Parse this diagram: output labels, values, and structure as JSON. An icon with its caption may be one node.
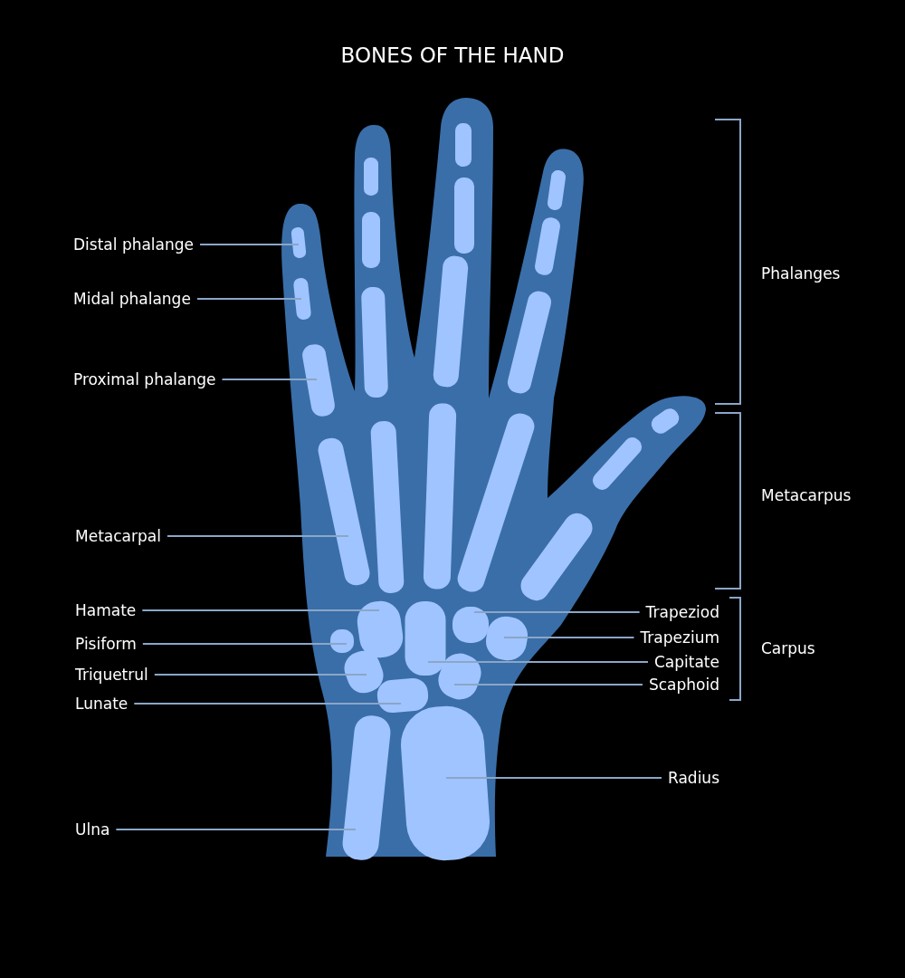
{
  "diagram": {
    "title": "BONES OF THE HAND",
    "nodes": [
      {
        "text": [
          "Distal phalange"
        ]
      },
      {
        "text": [
          "Midal phalange"
        ]
      },
      {
        "text": [
          "Proximal phalange"
        ]
      },
      {
        "text": [
          "Metacarpal"
        ]
      },
      {
        "text": [
          "Hamate"
        ]
      },
      {
        "text": [
          "Pisiform"
        ]
      },
      {
        "text": [
          "Triquetrul"
        ]
      },
      {
        "text": [
          "Lunate"
        ]
      },
      {
        "text": [
          "Ulna"
        ]
      },
      {
        "text": [
          "Trapeziod"
        ]
      },
      {
        "text": [
          "Trapezium"
        ]
      },
      {
        "text": [
          "Capitate"
        ]
      },
      {
        "text": [
          "Scaphoid"
        ]
      },
      {
        "text": [
          "Radius"
        ]
      }
    ],
    "edges": [
      {
        "from": 0,
        "to": null,
        "arrow": "none"
      },
      {
        "from": 1,
        "to": null,
        "arrow": "none"
      },
      {
        "from": 2,
        "to": null,
        "arrow": "none"
      },
      {
        "from": 3,
        "to": null,
        "arrow": "none"
      },
      {
        "from": 4,
        "to": null,
        "arrow": "none"
      },
      {
        "from": 5,
        "to": null,
        "arrow": "none"
      },
      {
        "from": 6,
        "to": null,
        "arrow": "none"
      },
      {
        "from": 7,
        "to": null,
        "arrow": "none"
      },
      {
        "from": 8,
        "to": null,
        "arrow": "none"
      },
      {
        "from": 9,
        "to": null,
        "arrow": "none"
      },
      {
        "from": 10,
        "to": null,
        "arrow": "none"
      },
      {
        "from": 11,
        "to": null,
        "arrow": "none"
      },
      {
        "from": 12,
        "to": null,
        "arrow": "none"
      },
      {
        "from": 13,
        "to": null,
        "arrow": "none"
      }
    ],
    "labels": [
      "Phalanges",
      "Metacarpus",
      "Carpus"
    ]
  }
}
